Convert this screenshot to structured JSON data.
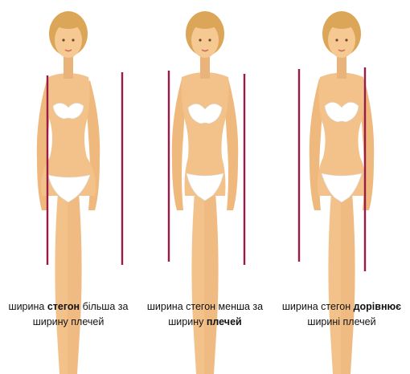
{
  "figures": [
    {
      "id": "hips-wider",
      "caption": {
        "before": "ширина ",
        "bold": "стегон",
        "after": " більша за ширину плечей"
      }
    },
    {
      "id": "hips-narrower",
      "caption": {
        "before": "ширина стегон менша за ширину ",
        "bold": "плечей",
        "after": ""
      }
    },
    {
      "id": "hips-equal",
      "caption": {
        "before": "ширина стегон ",
        "bold": "дорівнює",
        "after": " ширині плечей"
      }
    }
  ],
  "colors": {
    "skin": "#f3c28a",
    "skin_shade": "#e3a866",
    "hair": "#dca659",
    "underwear": "#ffffff",
    "guide_line": "#9b1b48",
    "caption_text": "#111111"
  }
}
